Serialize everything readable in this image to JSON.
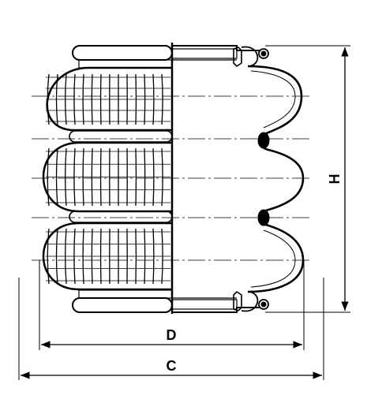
{
  "dimensions": {
    "height_label": "H",
    "diameter_label": "D",
    "overall_label": "C"
  },
  "colors": {
    "line": "#000000",
    "background": "#ffffff"
  }
}
